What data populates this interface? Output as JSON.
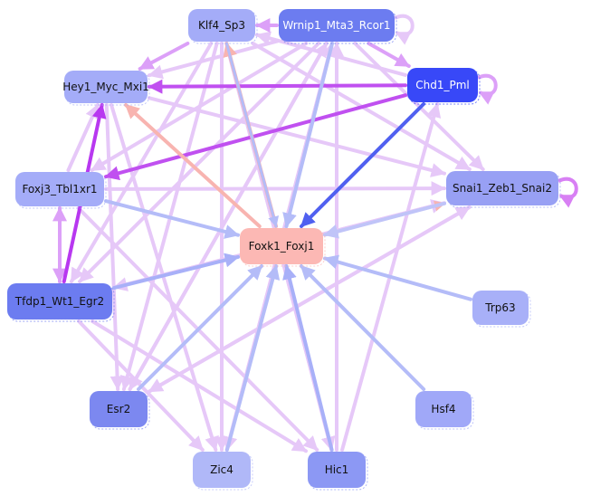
{
  "diagram": {
    "type": "gene-regulatory-network",
    "colors": {
      "edge_light_violet": "#e6c8f8",
      "edge_violet": "#dca0f8",
      "edge_purple": "#c050f0",
      "edge_periwinkle": "#b4bcf8",
      "edge_blue": "#5060f0",
      "edge_salmon": "#f8b4b0",
      "node_light": "#a8b0f8",
      "node_mid": "#8c98f4",
      "node_dark": "#6c7cf0",
      "node_strong": "#3848f8",
      "node_target": "#fcb8b4"
    },
    "nodes": [
      {
        "id": "klf4",
        "label": "Klf4_Sp3",
        "fill": "#a4acf8",
        "text": "#111111"
      },
      {
        "id": "wrnip1",
        "label": "Wrnip1_Mta3_Rcor1",
        "fill": "#6c7cf0",
        "text": "#ffffff"
      },
      {
        "id": "hey1",
        "label": "Hey1_Myc_Mxi1",
        "fill": "#a4acf8",
        "text": "#111111"
      },
      {
        "id": "chd1",
        "label": "Chd1_Pml",
        "fill": "#3848f8",
        "text": "#ffffff"
      },
      {
        "id": "foxj3",
        "label": "Foxj3_Tbl1xr1",
        "fill": "#a4acf8",
        "text": "#111111"
      },
      {
        "id": "snai1",
        "label": "Snai1_Zeb1_Snai2",
        "fill": "#98a0f4",
        "text": "#111111"
      },
      {
        "id": "foxk1",
        "label": "Foxk1_Foxj1",
        "fill": "#fcb8b4",
        "text": "#111111"
      },
      {
        "id": "tfdp1",
        "label": "Tfdp1_Wt1_Egr2",
        "fill": "#6c7cf0",
        "text": "#111111"
      },
      {
        "id": "trp63",
        "label": "Trp63",
        "fill": "#a8b0f8",
        "text": "#111111"
      },
      {
        "id": "esr2",
        "label": "Esr2",
        "fill": "#7c88f0",
        "text": "#111111"
      },
      {
        "id": "hsf4",
        "label": "Hsf4",
        "fill": "#a0a8f8",
        "text": "#111111"
      },
      {
        "id": "zic4",
        "label": "Zic4",
        "fill": "#b0b8f8",
        "text": "#111111"
      },
      {
        "id": "hic1",
        "label": "Hic1",
        "fill": "#8c98f4",
        "text": "#111111"
      }
    ],
    "edges": [
      {
        "from": "chd1",
        "to": "hey1",
        "color": "#c050f0",
        "weight": 3
      },
      {
        "from": "chd1",
        "to": "foxj3",
        "color": "#c050f0",
        "weight": 3
      },
      {
        "from": "tfdp1",
        "to": "hey1",
        "color": "#b838f0",
        "weight": 3
      },
      {
        "from": "chd1",
        "to": "foxk1",
        "color": "#5060f0",
        "weight": 3
      },
      {
        "from": "foxk1",
        "to": "klf4",
        "color": "#f8b4b0",
        "weight": 3
      },
      {
        "from": "foxk1",
        "to": "hey1",
        "color": "#f8b4b0",
        "weight": 3
      },
      {
        "from": "foxk1",
        "to": "snai1",
        "color": "#f8b4b0",
        "weight": 2
      },
      {
        "from": "wrnip1",
        "to": "foxk1",
        "color": "#b4bcf8",
        "weight": 3
      },
      {
        "from": "foxj3",
        "to": "foxk1",
        "color": "#b4bcf8",
        "weight": 3
      },
      {
        "from": "tfdp1",
        "to": "foxk1",
        "color": "#a8b0f8",
        "weight": 3
      },
      {
        "from": "trp63",
        "to": "foxk1",
        "color": "#b4bcf8",
        "weight": 3
      },
      {
        "from": "esr2",
        "to": "foxk1",
        "color": "#b4bcf8",
        "weight": 3
      },
      {
        "from": "hsf4",
        "to": "foxk1",
        "color": "#b4bcf8",
        "weight": 3
      },
      {
        "from": "zic4",
        "to": "foxk1",
        "color": "#b4bcf8",
        "weight": 3
      },
      {
        "from": "hic1",
        "to": "foxk1",
        "color": "#a8b0f8",
        "weight": 3
      },
      {
        "from": "snai1",
        "to": "foxk1",
        "color": "#c0c4f8",
        "weight": 3
      },
      {
        "from": "klf4",
        "to": "foxk1",
        "color": "#b4bcf8",
        "weight": 2
      },
      {
        "from": "foxj3",
        "to": "tfdp1",
        "color": "#dca0f8",
        "weight": 3
      },
      {
        "from": "tfdp1",
        "to": "foxj3",
        "color": "#dca0f8",
        "weight": 3
      },
      {
        "from": "wrnip1",
        "to": "klf4",
        "color": "#dca0f8",
        "weight": 3
      },
      {
        "from": "klf4",
        "to": "hey1",
        "color": "#dca0f8",
        "weight": 3
      },
      {
        "from": "wrnip1",
        "to": "chd1",
        "color": "#dca0f8",
        "weight": 3
      },
      {
        "from": "wrnip1",
        "to": "snai1",
        "color": "#e6c8f8",
        "weight": 3
      },
      {
        "from": "wrnip1",
        "to": "hey1",
        "color": "#e6c8f8",
        "weight": 3
      },
      {
        "from": "wrnip1",
        "to": "foxj3",
        "color": "#e6c8f8",
        "weight": 3
      },
      {
        "from": "wrnip1",
        "to": "tfdp1",
        "color": "#e6c8f8",
        "weight": 3
      },
      {
        "from": "wrnip1",
        "to": "esr2",
        "color": "#e6c8f8",
        "weight": 3
      },
      {
        "from": "wrnip1",
        "to": "zic4",
        "color": "#e6c8f8",
        "weight": 3
      },
      {
        "from": "klf4",
        "to": "snai1",
        "color": "#e6c8f8",
        "weight": 3
      },
      {
        "from": "klf4",
        "to": "esr2",
        "color": "#e6c8f8",
        "weight": 3
      },
      {
        "from": "klf4",
        "to": "zic4",
        "color": "#e6c8f8",
        "weight": 3
      },
      {
        "from": "klf4",
        "to": "tfdp1",
        "color": "#e6c8f8",
        "weight": 3
      },
      {
        "from": "klf4",
        "to": "hic1",
        "color": "#e6c8f8",
        "weight": 3
      },
      {
        "from": "hey1",
        "to": "snai1",
        "color": "#e6c8f8",
        "weight": 3
      },
      {
        "from": "hey1",
        "to": "esr2",
        "color": "#e6c8f8",
        "weight": 3
      },
      {
        "from": "hey1",
        "to": "zic4",
        "color": "#e6c8f8",
        "weight": 3
      },
      {
        "from": "foxj3",
        "to": "hey1",
        "color": "#e6c8f8",
        "weight": 3
      },
      {
        "from": "foxj3",
        "to": "snai1",
        "color": "#e6c8f8",
        "weight": 3
      },
      {
        "from": "foxj3",
        "to": "hic1",
        "color": "#e6c8f8",
        "weight": 3
      },
      {
        "from": "tfdp1",
        "to": "snai1",
        "color": "#e6c8f8",
        "weight": 3
      },
      {
        "from": "tfdp1",
        "to": "zic4",
        "color": "#e6c8f8",
        "weight": 3
      },
      {
        "from": "tfdp1",
        "to": "hic1",
        "color": "#e6c8f8",
        "weight": 3
      },
      {
        "from": "hic1",
        "to": "wrnip1",
        "color": "#e6c8f8",
        "weight": 3
      },
      {
        "from": "hic1",
        "to": "chd1",
        "color": "#e6c8f8",
        "weight": 3
      },
      {
        "from": "hic1",
        "to": "klf4",
        "color": "#e6c8f8",
        "weight": 3
      },
      {
        "from": "esr2",
        "to": "snai1",
        "color": "#e6c8f8",
        "weight": 3
      },
      {
        "from": "esr2",
        "to": "wrnip1",
        "color": "#e6c8f8",
        "weight": 3
      },
      {
        "from": "zic4",
        "to": "wrnip1",
        "color": "#e6c8f8",
        "weight": 3
      },
      {
        "from": "snai1",
        "to": "esr2",
        "color": "#e6c8f8",
        "weight": 3
      },
      {
        "from": "snai1",
        "to": "tfdp1",
        "color": "#e6c8f8",
        "weight": 3
      },
      {
        "from": "chd1",
        "to": "klf4",
        "color": "#e6c8f8",
        "weight": 3
      }
    ],
    "self_loops": [
      {
        "node": "wrnip1",
        "color": "#e6c8f8"
      },
      {
        "node": "chd1",
        "color": "#dca0f8"
      },
      {
        "node": "snai1",
        "color": "#d880f4"
      }
    ]
  }
}
